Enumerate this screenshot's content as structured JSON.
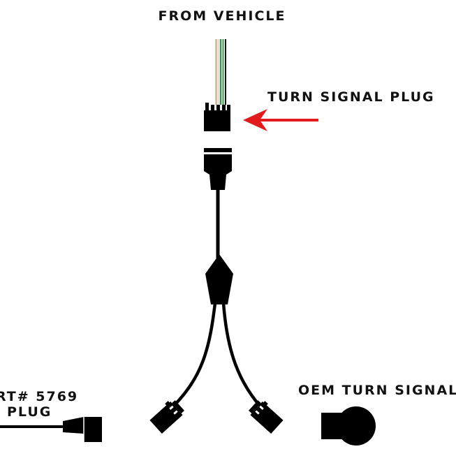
{
  "labels": {
    "from_vehicle": "FROM VEHICLE",
    "turn_signal_plug": "TURN SIGNAL PLUG",
    "part_number": "RT# 5769",
    "plug": "PLUG",
    "oem_turn_signal": "OEM TURN SIGNAL"
  },
  "colors": {
    "background": "#ffffff",
    "connector": "#000000",
    "arrow": "#e41b1b",
    "wire_green": "#3f8f4f",
    "wire_tan": "#c9a56a",
    "wire_white": "#d8d8d8"
  },
  "icons": {
    "pointer": "arrow-left-icon",
    "bulb": "bulb-socket-icon"
  }
}
